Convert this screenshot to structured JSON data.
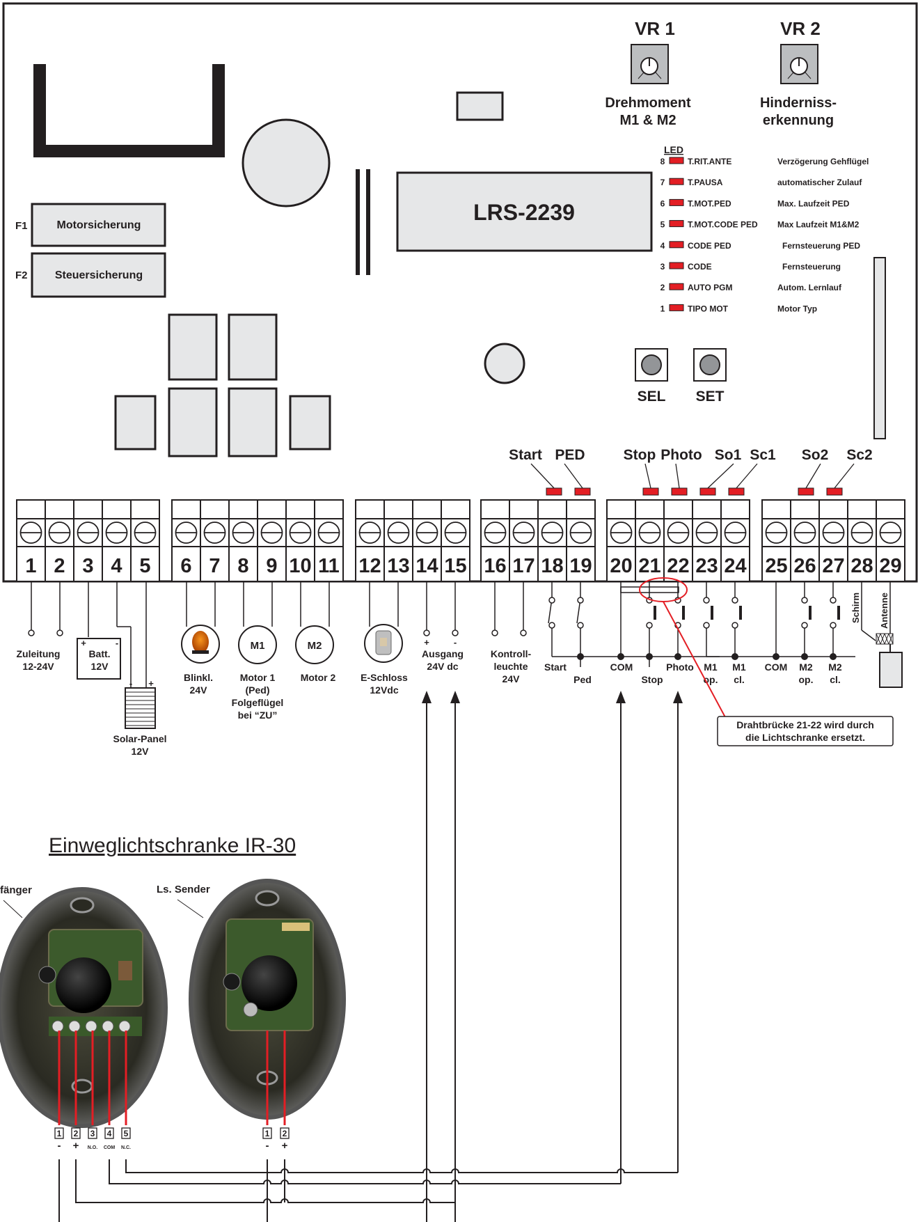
{
  "board": {
    "model": "LRS-2239",
    "vr1": {
      "title": "VR 1",
      "label1": "Drehmoment",
      "label2": "M1 & M2"
    },
    "vr2": {
      "title": "VR 2",
      "label1": "Hinderniss-",
      "label2": "erkennung"
    },
    "fuses": [
      {
        "id": "F1",
        "label": "Motorsicherung"
      },
      {
        "id": "F2",
        "label": "Steuersicherung"
      }
    ],
    "led_header": "LED",
    "leds": [
      {
        "num": "8",
        "code": "T.RIT.ANTE",
        "desc": "Verzögerung Gehflügel"
      },
      {
        "num": "7",
        "code": "T.PAUSA",
        "desc": "automatischer Zulauf"
      },
      {
        "num": "6",
        "code": "T.MOT.PED",
        "desc": "Max. Laufzeit PED"
      },
      {
        "num": "5",
        "code": "T.MOT.CODE PED",
        "desc": "Max Laufzeit M1&M2"
      },
      {
        "num": "4",
        "code": "CODE PED",
        "desc": "Fernsteuerung PED"
      },
      {
        "num": "3",
        "code": "CODE",
        "desc": "Fernsteuerung"
      },
      {
        "num": "2",
        "code": "AUTO PGM",
        "desc": "Autom. Lernlauf"
      },
      {
        "num": "1",
        "code": "TIPO MOT",
        "desc": "Motor Typ"
      }
    ],
    "buttons": {
      "sel": "SEL",
      "set": "SET"
    },
    "status_leds": [
      "Start",
      "PED",
      "Stop",
      "Photo",
      "So1",
      "Sc1",
      "So2",
      "Sc2"
    ],
    "terminals": [
      "1",
      "2",
      "3",
      "4",
      "5",
      "6",
      "7",
      "8",
      "9",
      "10",
      "11",
      "12",
      "13",
      "14",
      "15",
      "16",
      "17",
      "18",
      "19",
      "20",
      "21",
      "22",
      "23",
      "24",
      "25",
      "26",
      "27",
      "28",
      "29"
    ]
  },
  "labels": {
    "zuleitung": [
      "Zuleitung",
      "12-24V"
    ],
    "batt": [
      "Batt.",
      "12V"
    ],
    "solar": [
      "Solar-Panel",
      "12V"
    ],
    "blinkl": [
      "Blinkl.",
      "24V"
    ],
    "m1_icon": "M1",
    "m2_icon": "M2",
    "motor1": [
      "Motor 1",
      "(Ped)",
      "Folgeflügel",
      "bei “ZU”"
    ],
    "motor2": "Motor 2",
    "eschloss": [
      "E-Schloss",
      "12Vdc"
    ],
    "ausgang": [
      "Ausgang",
      "24V dc"
    ],
    "kontroll": [
      "Kontroll-",
      "leuchte",
      "24V"
    ],
    "start": "Start",
    "ped": "Ped",
    "com": "COM",
    "stop": "Stop",
    "photo": "Photo",
    "m1op": [
      "M1",
      "op."
    ],
    "m1cl": [
      "M1",
      "cl."
    ],
    "m2op": [
      "M2",
      "op."
    ],
    "m2cl": [
      "M2",
      "cl."
    ],
    "schirm": "Schirm",
    "antenne": "Antenne",
    "plus": "+",
    "minus": "-"
  },
  "note": [
    "Drahtbrücke 21-22 wird durch",
    "die Lichtschranke ersetzt."
  ],
  "sensor": {
    "title": "Einweglichtschranke IR-30",
    "receiver_label": "fänger",
    "sender_label": "Ls. Sender",
    "receiver_terminals": [
      {
        "num": "1",
        "sub": "-"
      },
      {
        "num": "2",
        "sub": "+"
      },
      {
        "num": "3",
        "sub": "N.O."
      },
      {
        "num": "4",
        "sub": "COM"
      },
      {
        "num": "5",
        "sub": "N.C."
      }
    ],
    "sender_terminals": [
      {
        "num": "1",
        "sub": "-"
      },
      {
        "num": "2",
        "sub": "+"
      }
    ]
  },
  "colors": {
    "ink": "#231f20",
    "led_red": "#e31e24",
    "wire_red": "#e31e24",
    "panel_fill": "#e6e7e8"
  }
}
